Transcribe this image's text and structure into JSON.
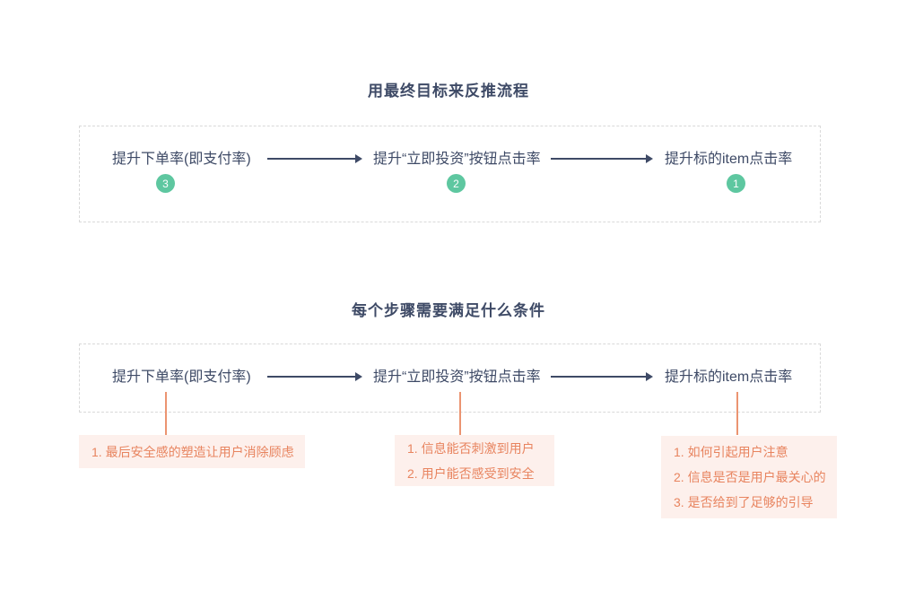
{
  "colors": {
    "text_dark": "#3e4a66",
    "badge_green": "#5ec7a0",
    "orange": "#e8845f",
    "note_background": "#fdf0ec",
    "dashed_border": "#d9d9d9"
  },
  "goal_section": {
    "title": "用最终目标来反推流程",
    "steps": [
      {
        "label": "提升下单率(即支付率)",
        "badge": "3"
      },
      {
        "label": "提升“立即投资”按钮点击率",
        "badge": "2"
      },
      {
        "label": "提升标的item点击率",
        "badge": "1"
      }
    ]
  },
  "conditions_section": {
    "title": "每个步骤需要满足什么条件",
    "steps": [
      {
        "label": "提升下单率(即支付率)",
        "notes": [
          "1. 最后安全感的塑造让用户消除顾虑"
        ]
      },
      {
        "label": "提升“立即投资”按钮点击率",
        "notes": [
          "1. 信息能否刺激到用户",
          "2. 用户能否感受到安全"
        ]
      },
      {
        "label": "提升标的item点击率",
        "notes": [
          "1. 如何引起用户注意",
          "2. 信息是否是用户最关心的",
          "3. 是否给到了足够的引导"
        ]
      }
    ]
  }
}
